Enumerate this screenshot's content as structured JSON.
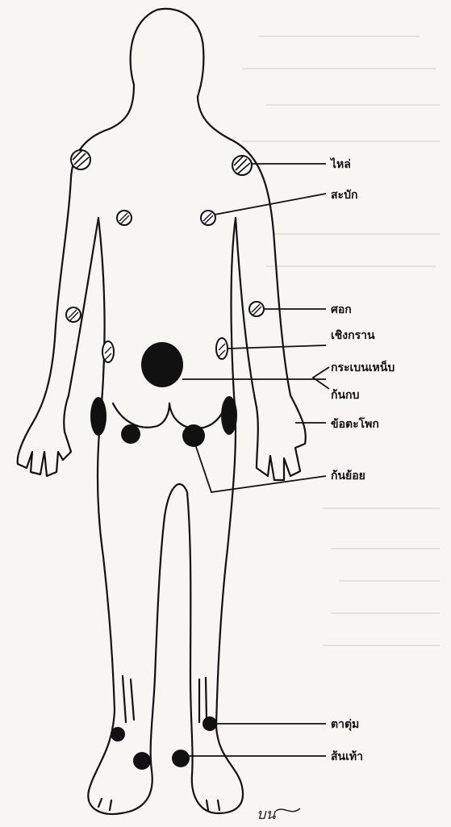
{
  "labels": {
    "shoulder": "ไหล่",
    "scapula": "สะบัก",
    "elbow": "ศอก",
    "pelvic_rim": "เชิงกราน",
    "pelvic_bones": "กระเบนเหน็บ",
    "buttock": "ก้นกบ",
    "hip_joint": "ข้อตะโพก",
    "sitting_bone": "ก้นย้อย",
    "ankle": "ตาตุ่ม",
    "heel": "ส้นเท้า"
  },
  "signature": "บน"
}
